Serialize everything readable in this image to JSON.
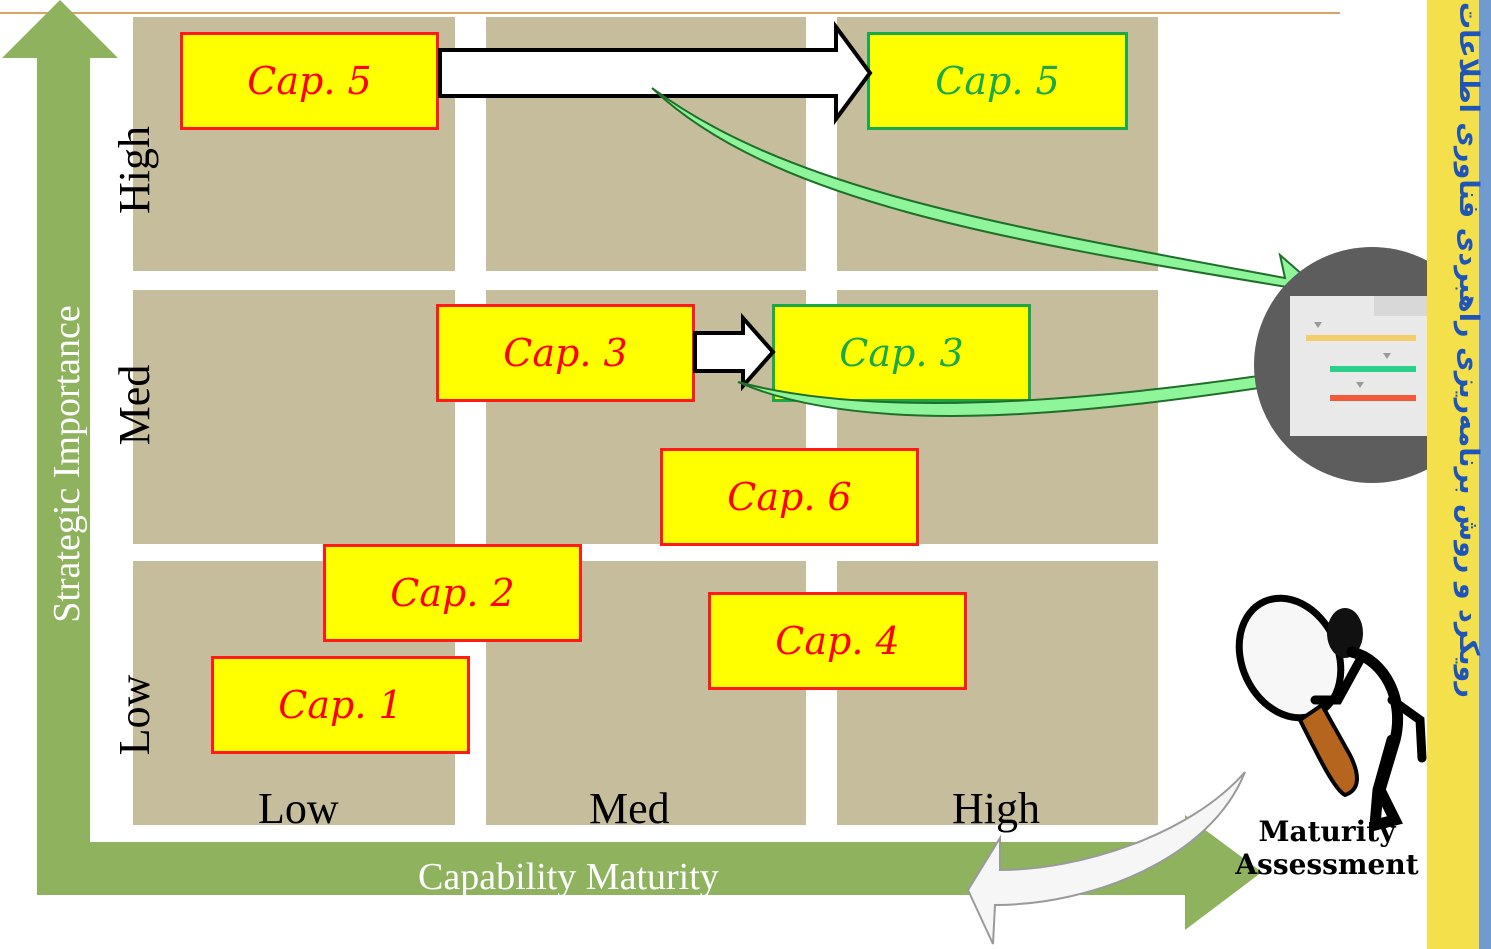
{
  "diagram": {
    "y_axis_label": "Strategic Importance",
    "x_axis_label": "Capability Maturity",
    "row_labels": [
      "High",
      "Med",
      "Low"
    ],
    "column_labels": [
      "Low",
      "Med",
      "High"
    ],
    "capabilities": [
      {
        "label": "Cap. 5",
        "state": "current",
        "border_color": "#ff1a1a"
      },
      {
        "label": "Cap. 5",
        "state": "target",
        "border_color": "#1aa84a"
      },
      {
        "label": "Cap. 3",
        "state": "current",
        "border_color": "#ff1a1a"
      },
      {
        "label": "Cap. 3",
        "state": "target",
        "border_color": "#1aa84a"
      },
      {
        "label": "Cap. 6",
        "state": "current",
        "border_color": "#ff1a1a"
      },
      {
        "label": "Cap. 2",
        "state": "current",
        "border_color": "#ff1a1a"
      },
      {
        "label": "Cap. 4",
        "state": "current",
        "border_color": "#ff1a1a"
      },
      {
        "label": "Cap. 1",
        "state": "current",
        "border_color": "#ff1a1a"
      }
    ],
    "maturity_assessment": "Maturity Assessment"
  },
  "sidebar": {
    "title": "رویکرد و روش برنامه‌ریزی راهبردی فناوری اطلاعات"
  },
  "colors": {
    "cell": "#c5bd9b",
    "axis_arrow": "#8fb25f",
    "cap_fill": "#ffff00",
    "sidebar": "#f3e04a",
    "sidebar_text": "#1f55b8"
  },
  "icons": [
    "document-checklist-icon",
    "magnifier-figure-icon"
  ]
}
